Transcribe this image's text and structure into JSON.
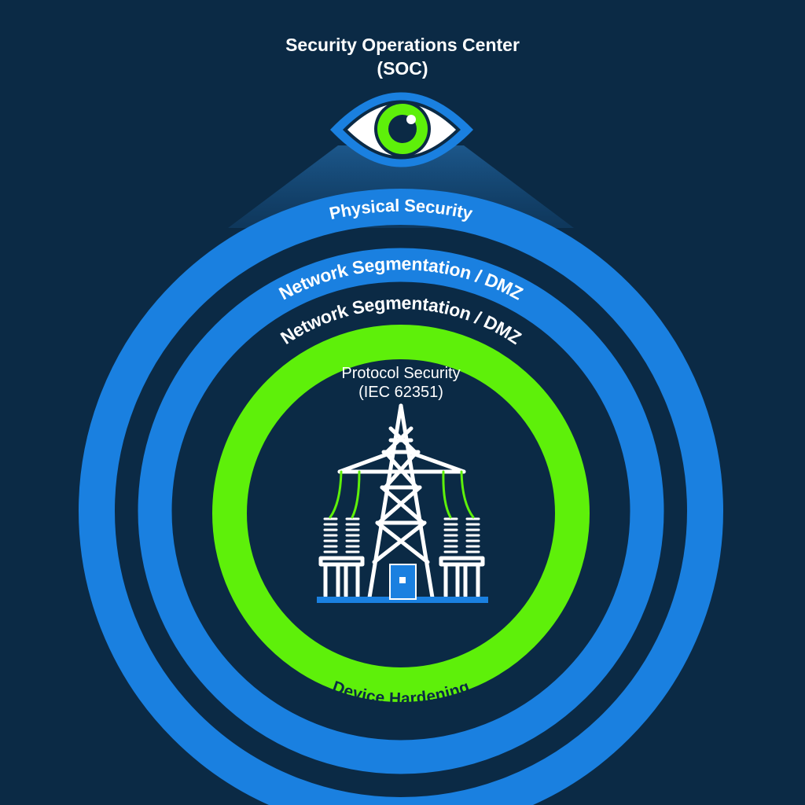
{
  "soc": {
    "line1": "Security Operations Center",
    "line2": "(SOC)",
    "icon": "eye-icon"
  },
  "layers": {
    "physical": "Physical Security",
    "network_outer": "Network Segmentation / DMZ",
    "network_inner": "Network Segmentation / DMZ",
    "device": "Device Hardening"
  },
  "core": {
    "line1": "Protocol Security",
    "line2": "(IEC 62351)",
    "icon": "transmission-tower-icon"
  },
  "colors": {
    "background": "#0b2a45",
    "blue": "#1a80e0",
    "green": "#5ef00a",
    "white": "#ffffff"
  }
}
